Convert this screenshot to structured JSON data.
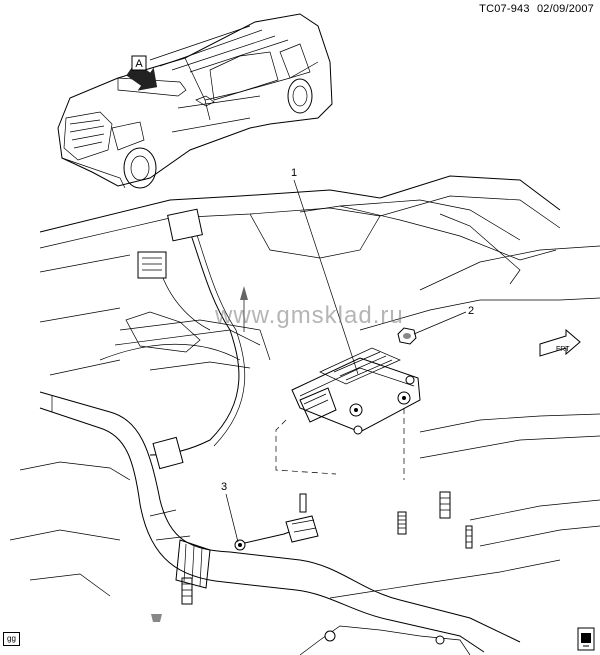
{
  "header": {
    "code": "TC07-943",
    "date": "02/09/2007"
  },
  "view_marker": "A",
  "callouts": [
    "1",
    "2",
    "3"
  ],
  "watermark": "www.gmsklad.ru",
  "corner_badge": "gg",
  "front_arrow": "FRT"
}
